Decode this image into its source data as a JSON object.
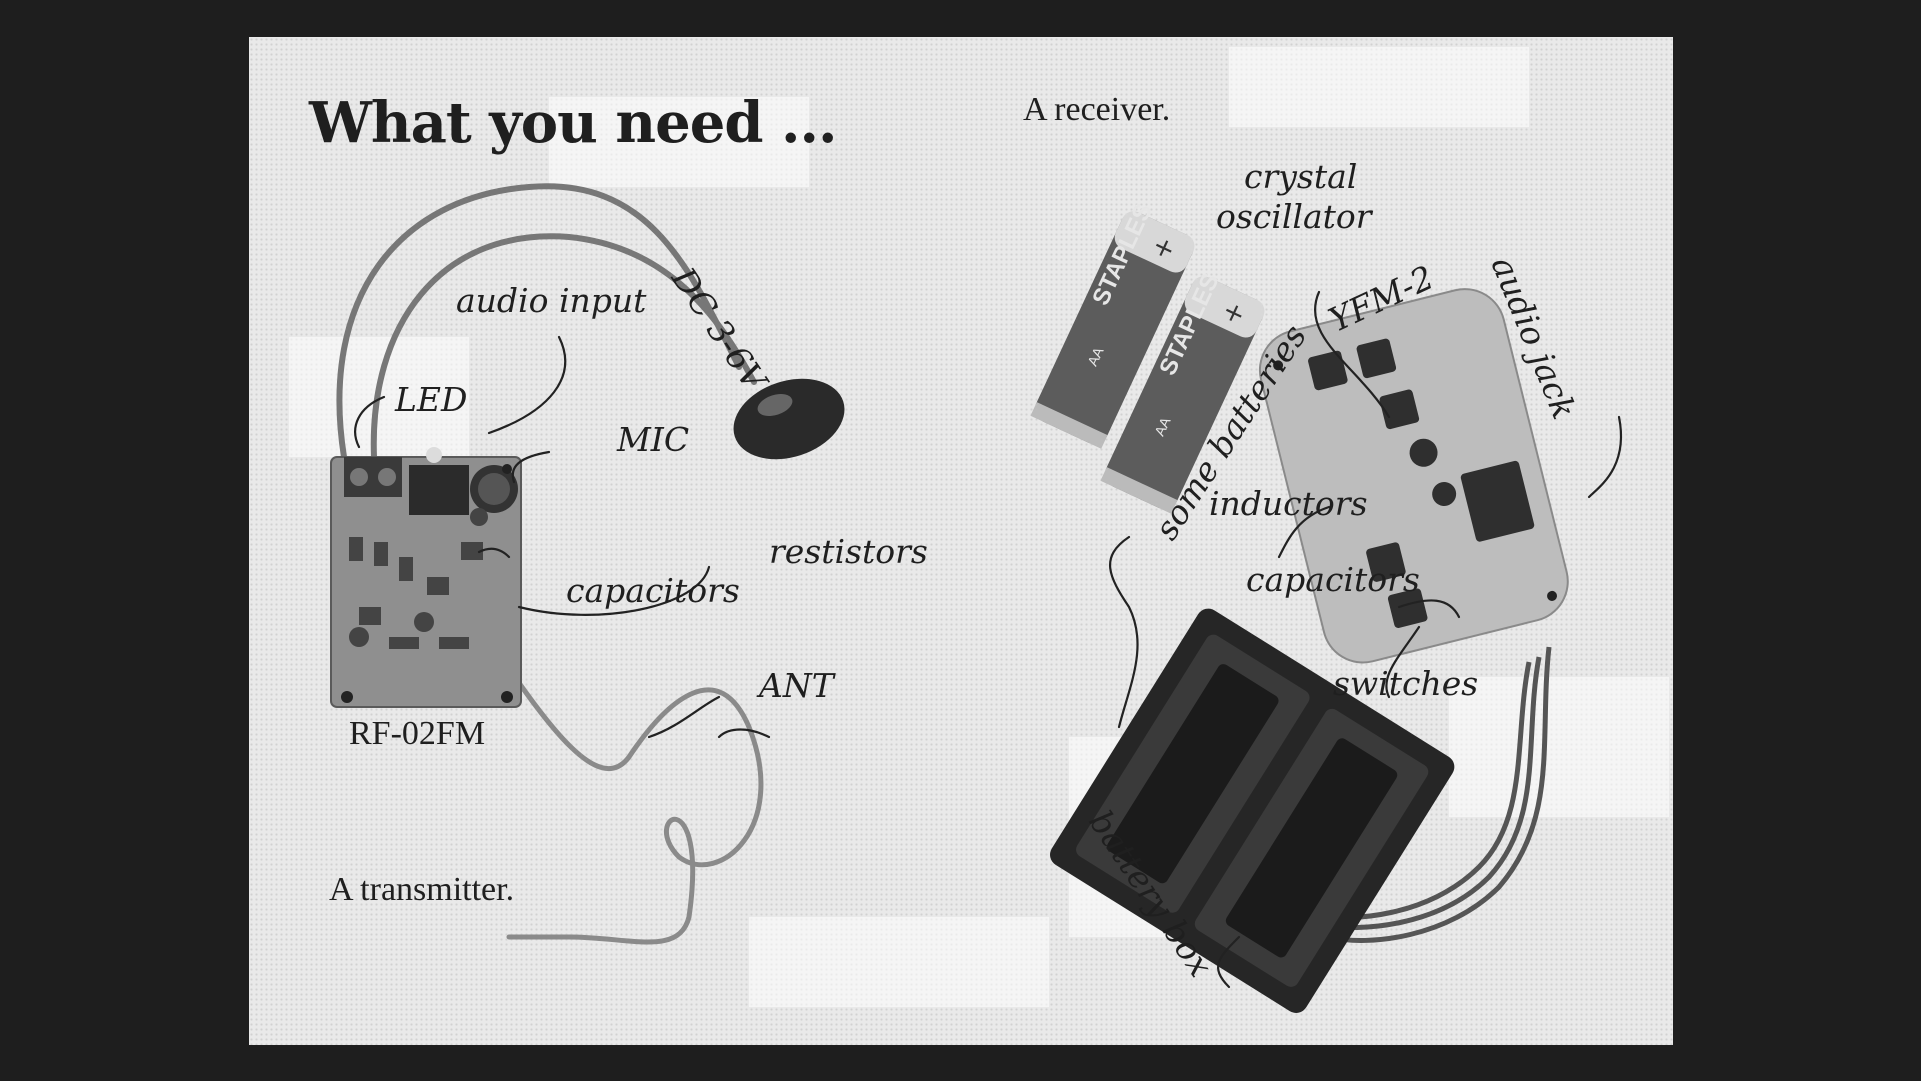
{
  "title": "What you need ...",
  "transmitter": {
    "caption": "A transmitter.",
    "model": "RF-02FM",
    "labels": {
      "dc": "DC 3-6V",
      "audio_input": "audio input",
      "led": "LED",
      "mic": "MIC",
      "capacitors": "capacitors",
      "resistors": "restistors",
      "ant": "ANT"
    }
  },
  "receiver": {
    "caption": "A receiver.",
    "model": "YFM-2",
    "labels": {
      "crystal_oscillator_line1": "crystal",
      "crystal_oscillator_line2": "oscillator",
      "audio_jack": "audio jack",
      "some_batteries": "some batteries",
      "inductors": "inductors",
      "capacitors": "capacitors",
      "switches": "switches",
      "battery_box": "battery box"
    },
    "battery_brand": "STAPLES",
    "battery_size": "AA"
  }
}
